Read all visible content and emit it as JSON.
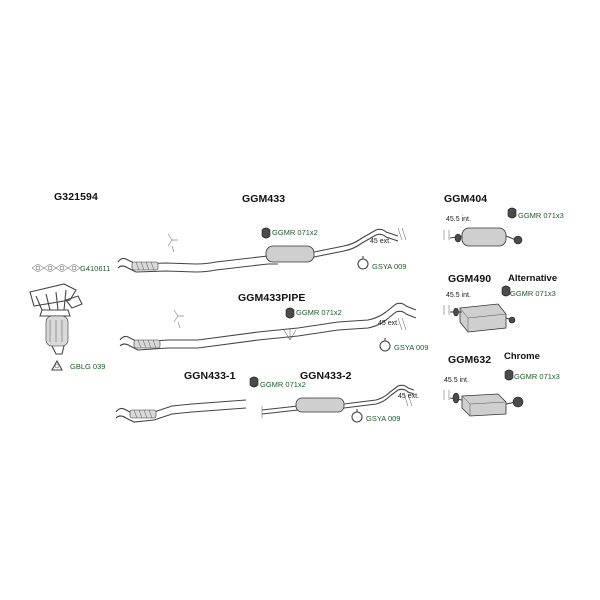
{
  "parts": {
    "g321594": "G321594",
    "ggm433": "GGM433",
    "ggm404": "GGM404",
    "ggm490": "GGM490",
    "ggm433pipe": "GGM433PIPE",
    "ggn433_1": "GGN433-1",
    "ggn433_2": "GGN433-2",
    "ggm632": "GGM632"
  },
  "labels": {
    "alternative": "Alternative",
    "chrome": "Chrome"
  },
  "refs": {
    "g410611": "G410611",
    "gblg039": "GBLG 039",
    "ggmr071x2_a": "GGMR 071x2",
    "ggmr071x2_b": "GGMR 071x2",
    "ggmr071x2_c": "GGMR 071x2",
    "gsya009_a": "GSYA 009",
    "gsya009_b": "GSYA 009",
    "gsya009_c": "GSYA 009",
    "ggmr071x3_a": "GGMR 071x3",
    "ggmr071x3_b": "GGMR 071x3",
    "ggmr071x3_c": "GGMR 071x3"
  },
  "notes": {
    "ext45_a": "45 ext.",
    "ext45_b": "45 ext.",
    "ext45_c": "45 ext.",
    "int455_a": "45.5 int.",
    "int455_b": "45.5 int.",
    "int455_c": "45.5 int."
  }
}
